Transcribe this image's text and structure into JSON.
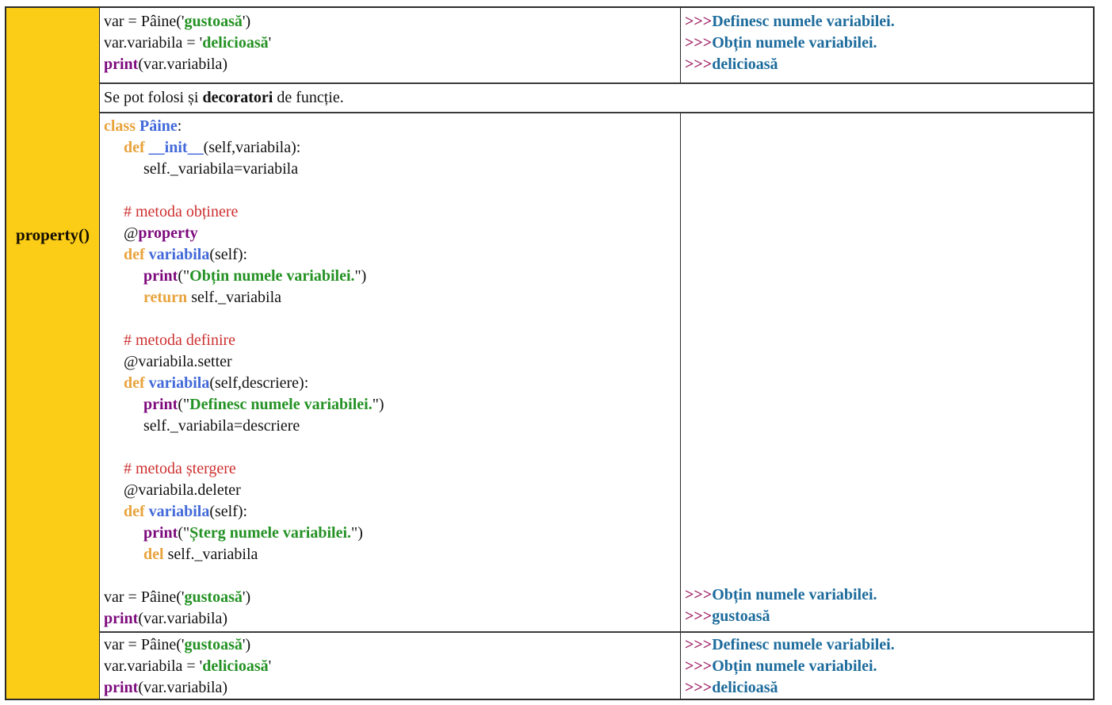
{
  "palette": {
    "yellow": "#FCCD17",
    "border": "#2B2B2B",
    "hborder": "#3A3A3A",
    "kw": "#E8A33C",
    "nm": "#4169D9",
    "fx": "#7D0A7D",
    "st": "#249224",
    "cm": "#CE2F2F",
    "pr": "#9E1D62",
    "ou": "#1C6B9C"
  },
  "sidebar": {
    "label": "property()"
  },
  "rows": {
    "r1": {
      "code": [
        [
          {
            "t": "var = Pâine('"
          },
          {
            "t": "gustoasă",
            "c": "st"
          },
          {
            "t": "')"
          }
        ],
        [
          {
            "t": "var.variabila = '"
          },
          {
            "t": "delicioasă",
            "c": "st"
          },
          {
            "t": "'"
          }
        ],
        [
          {
            "t": "print",
            "c": "fx"
          },
          {
            "t": "(var.variabila)"
          }
        ]
      ],
      "output": [
        [
          {
            "t": ">>>",
            "c": "pr"
          },
          {
            "t": "Definesc numele variabilei.",
            "c": "ou"
          }
        ],
        [
          {
            "t": ">>>",
            "c": "pr"
          },
          {
            "t": "Obțin numele variabilei.",
            "c": "ou"
          }
        ],
        [
          {
            "t": ">>>",
            "c": "pr"
          },
          {
            "t": "delicioasă",
            "c": "ou"
          }
        ]
      ]
    },
    "r2": {
      "note": [
        [
          {
            "t": "Se pot folosi și "
          },
          {
            "t": "decoratori",
            "c": "b"
          },
          {
            "t": " de funcție."
          }
        ]
      ]
    },
    "r3": {
      "code": [
        [
          {
            "t": "class",
            "c": "kw"
          },
          {
            "t": " "
          },
          {
            "t": "Pâine",
            "c": "nm"
          },
          {
            "t": ":"
          }
        ],
        [
          {
            "t": "     "
          },
          {
            "t": "def",
            "c": "kw"
          },
          {
            "t": " "
          },
          {
            "t": "__init__",
            "c": "nm"
          },
          {
            "t": "(self,variabila):"
          }
        ],
        [
          {
            "t": "          self._variabila=variabila"
          }
        ],
        [],
        [
          {
            "t": "     "
          },
          {
            "t": "# metoda obținere",
            "c": "cm"
          }
        ],
        [
          {
            "t": "     @"
          },
          {
            "t": "property",
            "c": "fx"
          }
        ],
        [
          {
            "t": "     "
          },
          {
            "t": "def",
            "c": "kw"
          },
          {
            "t": " "
          },
          {
            "t": "variabila",
            "c": "nm"
          },
          {
            "t": "(self):"
          }
        ],
        [
          {
            "t": "          "
          },
          {
            "t": "print",
            "c": "fx"
          },
          {
            "t": "(\""
          },
          {
            "t": "Obțin numele variabilei.",
            "c": "st"
          },
          {
            "t": "\")"
          }
        ],
        [
          {
            "t": "          "
          },
          {
            "t": "return",
            "c": "kw"
          },
          {
            "t": " self._variabila"
          }
        ],
        [],
        [
          {
            "t": "     "
          },
          {
            "t": "# metoda definire",
            "c": "cm"
          }
        ],
        [
          {
            "t": "     @variabila.setter"
          }
        ],
        [
          {
            "t": "     "
          },
          {
            "t": "def",
            "c": "kw"
          },
          {
            "t": " "
          },
          {
            "t": "variabila",
            "c": "nm"
          },
          {
            "t": "(self,descriere):"
          }
        ],
        [
          {
            "t": "          "
          },
          {
            "t": "print",
            "c": "fx"
          },
          {
            "t": "(\""
          },
          {
            "t": "Definesc numele variabilei.",
            "c": "st"
          },
          {
            "t": "\")"
          }
        ],
        [
          {
            "t": "          self._variabila=descriere"
          }
        ],
        [],
        [
          {
            "t": "     "
          },
          {
            "t": "# metoda ștergere",
            "c": "cm"
          }
        ],
        [
          {
            "t": "     @variabila.deleter"
          }
        ],
        [
          {
            "t": "     "
          },
          {
            "t": "def",
            "c": "kw"
          },
          {
            "t": " "
          },
          {
            "t": "variabila",
            "c": "nm"
          },
          {
            "t": "(self):"
          }
        ],
        [
          {
            "t": "          "
          },
          {
            "t": "print",
            "c": "fx"
          },
          {
            "t": "(\""
          },
          {
            "t": "Șterg numele variabilei.",
            "c": "st"
          },
          {
            "t": "\")"
          }
        ],
        [
          {
            "t": "          "
          },
          {
            "t": "del",
            "c": "kw"
          },
          {
            "t": " self._variabila"
          }
        ],
        [],
        [
          {
            "t": "var = Pâine('"
          },
          {
            "t": "gustoasă",
            "c": "st"
          },
          {
            "t": "')"
          }
        ],
        [
          {
            "t": "print",
            "c": "fx"
          },
          {
            "t": "(var.variabila)"
          }
        ]
      ],
      "output": [
        [
          {
            "t": ">>>",
            "c": "pr"
          },
          {
            "t": "Obțin numele variabilei.",
            "c": "ou"
          }
        ],
        [
          {
            "t": ">>>",
            "c": "pr"
          },
          {
            "t": "gustoasă",
            "c": "ou"
          }
        ]
      ]
    },
    "r4": {
      "code": [
        [
          {
            "t": "var = Pâine('"
          },
          {
            "t": "gustoasă",
            "c": "st"
          },
          {
            "t": "')"
          }
        ],
        [
          {
            "t": "var.variabila = '"
          },
          {
            "t": "delicioasă",
            "c": "st"
          },
          {
            "t": "'"
          }
        ],
        [
          {
            "t": "print",
            "c": "fx"
          },
          {
            "t": "(var.variabila)"
          }
        ]
      ],
      "output": [
        [
          {
            "t": ">>>",
            "c": "pr"
          },
          {
            "t": "Definesc numele variabilei.",
            "c": "ou"
          }
        ],
        [
          {
            "t": ">>>",
            "c": "pr"
          },
          {
            "t": "Obțin numele variabilei.",
            "c": "ou"
          }
        ],
        [
          {
            "t": ">>>",
            "c": "pr"
          },
          {
            "t": "delicioasă",
            "c": "ou"
          }
        ]
      ]
    }
  }
}
